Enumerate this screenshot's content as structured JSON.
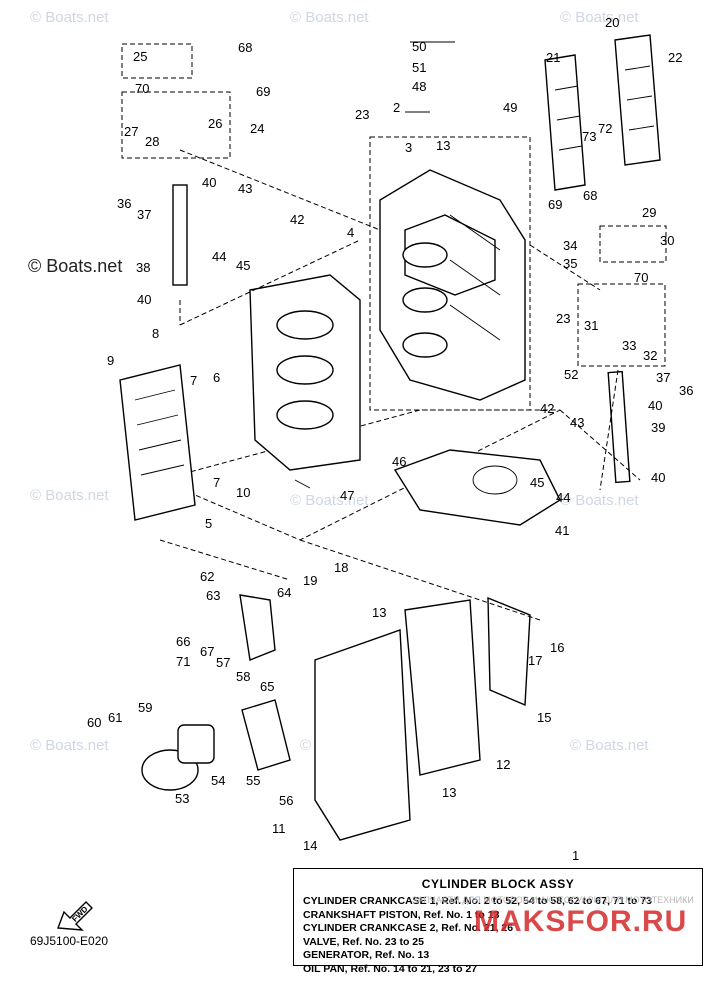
{
  "callouts": [
    "1",
    "2",
    "3",
    "4",
    "5",
    "6",
    "7",
    "7",
    "8",
    "9",
    "10",
    "11",
    "12",
    "13",
    "13",
    "13",
    "14",
    "15",
    "16",
    "17",
    "18",
    "19",
    "20",
    "21",
    "22",
    "23",
    "23",
    "24",
    "25",
    "26",
    "27",
    "28",
    "29",
    "30",
    "31",
    "32",
    "33",
    "34",
    "35",
    "36",
    "36",
    "37",
    "37",
    "38",
    "39",
    "40",
    "40",
    "40",
    "40",
    "41",
    "42",
    "42",
    "43",
    "43",
    "44",
    "44",
    "45",
    "45",
    "46",
    "47",
    "48",
    "49",
    "50",
    "51",
    "52",
    "53",
    "54",
    "55",
    "56",
    "57",
    "58",
    "59",
    "60",
    "61",
    "62",
    "63",
    "64",
    "65",
    "66",
    "67",
    "68",
    "68",
    "69",
    "69",
    "70",
    "70",
    "71",
    "72",
    "73"
  ],
  "watermark": "© Boats.net",
  "legend": {
    "title": "CYLINDER BLOCK ASSY",
    "lines": [
      "CYLINDER CRANKCASE 1, Ref. No. 2 to 52, 54 to 58, 62 to 67, 71 to 73",
      "CRANKSHAFT PISTON, Ref. No. 1 to 13",
      "CYLINDER CRANKCASE 2, Ref. No. 21, 26",
      "VALVE, Ref. No. 23 to 25",
      "GENERATOR, Ref. No. 13",
      "OIL PAN, Ref. No. 14 to 21, 23 to 27"
    ]
  },
  "fwd_label": "FWD",
  "diagram_code": "69J5100-E020",
  "overlay": {
    "site": "MAKSFOR.RU",
    "sub": "ЗАПЧАСТИ ДЛЯ МОТОРОВ И АКСЕССУАРЫ ДЛЯ МОТОТЕХНИКИ"
  }
}
